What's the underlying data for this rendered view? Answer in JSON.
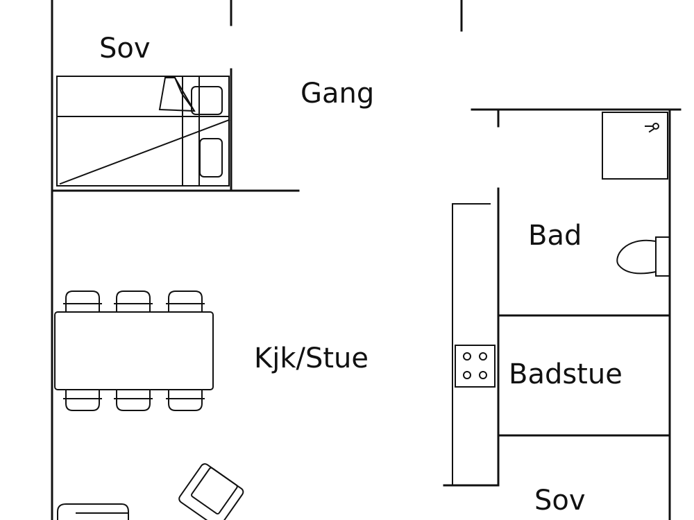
{
  "rooms": {
    "sov_top": "Sov",
    "gang": "Gang",
    "bad": "Bad",
    "kjk_stue": "Kjk/Stue",
    "badstue": "Badstue",
    "sov_bottom": "Sov"
  },
  "colors": {
    "ink": "#111111",
    "background": "#ffffff"
  }
}
